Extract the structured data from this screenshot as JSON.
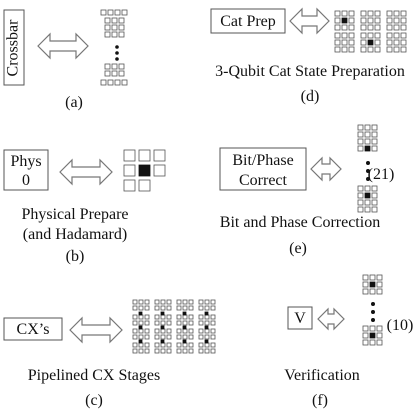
{
  "panels": {
    "a": {
      "tag": "(a)",
      "box_label": "Crossbar",
      "glyph": "arrow-left-right-icon"
    },
    "b": {
      "tag": "(b)",
      "box_line1": "Phys",
      "box_line2": "0",
      "caption_line1": "Physical Prepare",
      "caption_line2": "(and Hadamard)",
      "glyph": "arrow-left-right-icon"
    },
    "c": {
      "tag": "(c)",
      "box_label": "CX’s",
      "caption": "Pipelined CX Stages",
      "glyph": "arrow-left-right-icon"
    },
    "d": {
      "tag": "(d)",
      "box_label": "Cat Prep",
      "caption": "3-Qubit Cat State Preparation",
      "glyph": "arrow-left-right-icon"
    },
    "e": {
      "tag": "(e)",
      "box_line1": "Bit/Phase",
      "box_line2": "Correct",
      "count": "(21)",
      "caption": "Bit and Phase Correction",
      "glyph": "arrow-left-right-icon"
    },
    "f": {
      "tag": "(f)",
      "box_label": "V",
      "count": "(10)",
      "caption": "Verification",
      "glyph": "arrow-left-right-icon"
    }
  }
}
